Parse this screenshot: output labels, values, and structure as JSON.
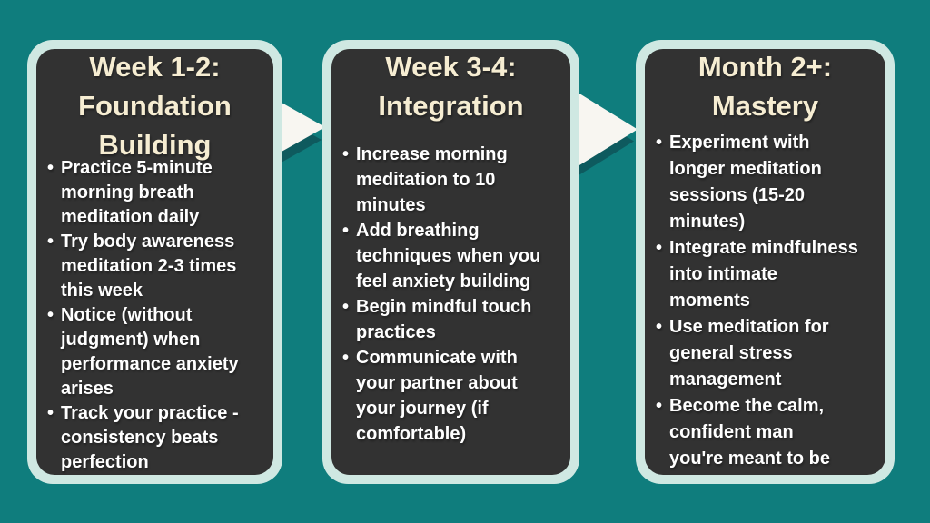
{
  "colors": {
    "bg": "#0f7d7d",
    "card-bg": "#323232",
    "card-border": "#cfe8e2",
    "title": "#f6edd2",
    "body": "#ffffff",
    "arrow": "#f8f6f1",
    "arrow-shadow": "#0e5a5e"
  },
  "cards": [
    {
      "title": "Week 1-2:\nFoundation\nBuilding",
      "bullets": [
        "Practice 5-minute\nmorning breath\nmeditation daily",
        "Try body awareness\nmeditation 2-3 times\nthis week",
        "Notice (without\njudgment) when\nperformance anxiety\narises",
        "Track your practice -\nconsistency beats\nperfection"
      ]
    },
    {
      "title": "Week 3-4:\nIntegration",
      "bullets": [
        "Increase morning\nmeditation to 10\nminutes",
        "Add breathing\ntechniques when you\nfeel anxiety building",
        "Begin mindful touch\npractices",
        "Communicate with\nyour partner about\nyour journey (if\ncomfortable)"
      ]
    },
    {
      "title": "Month 2+:\nMastery",
      "bullets": [
        "Experiment with\nlonger meditation\nsessions (15-20\nminutes)",
        "Integrate mindfulness\ninto intimate\nmoments",
        "Use meditation for\ngeneral stress\nmanagement",
        "Become the calm,\nconfident man\nyou're meant to be"
      ]
    }
  ]
}
